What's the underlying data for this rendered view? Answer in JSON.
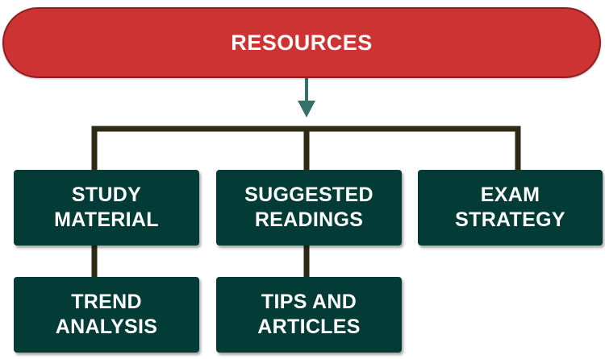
{
  "colors": {
    "root_fill": "#cd3333",
    "box_fill": "#033c36",
    "connector": "#2e2a14",
    "arrow": "#36706b"
  },
  "diagram": {
    "root": {
      "label": "RESOURCES"
    },
    "nodes": {
      "study_material": {
        "label": "STUDY\nMATERIAL"
      },
      "suggested_readings": {
        "label": "SUGGESTED\nREADINGS"
      },
      "exam_strategy": {
        "label": "EXAM\nSTRATEGY"
      },
      "trend_analysis": {
        "label": "TREND\nANALYSIS"
      },
      "tips_and_articles": {
        "label": "TIPS AND\nARTICLES"
      }
    },
    "edges": [
      {
        "from": "root",
        "to": "study_material"
      },
      {
        "from": "root",
        "to": "suggested_readings"
      },
      {
        "from": "root",
        "to": "exam_strategy"
      },
      {
        "from": "study_material",
        "to": "trend_analysis"
      },
      {
        "from": "suggested_readings",
        "to": "tips_and_articles"
      }
    ]
  }
}
